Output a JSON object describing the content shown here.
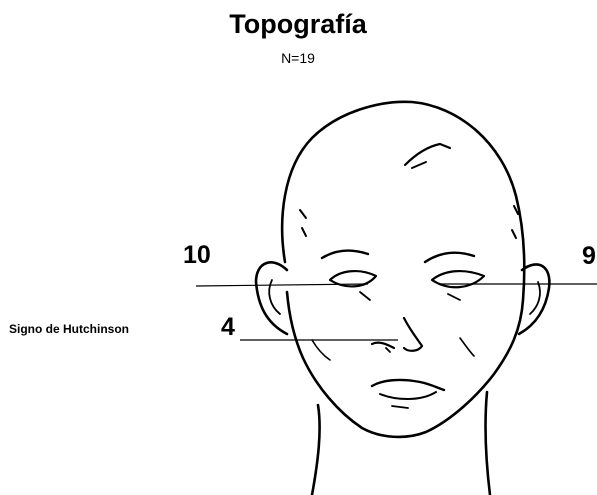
{
  "title": "Topografía",
  "subtitle": "N=19",
  "callouts": {
    "left_eye": {
      "count": "10"
    },
    "right_eye": {
      "count": "9"
    },
    "nose": {
      "label": "Signo de Hutchinson",
      "count": "4"
    }
  }
}
